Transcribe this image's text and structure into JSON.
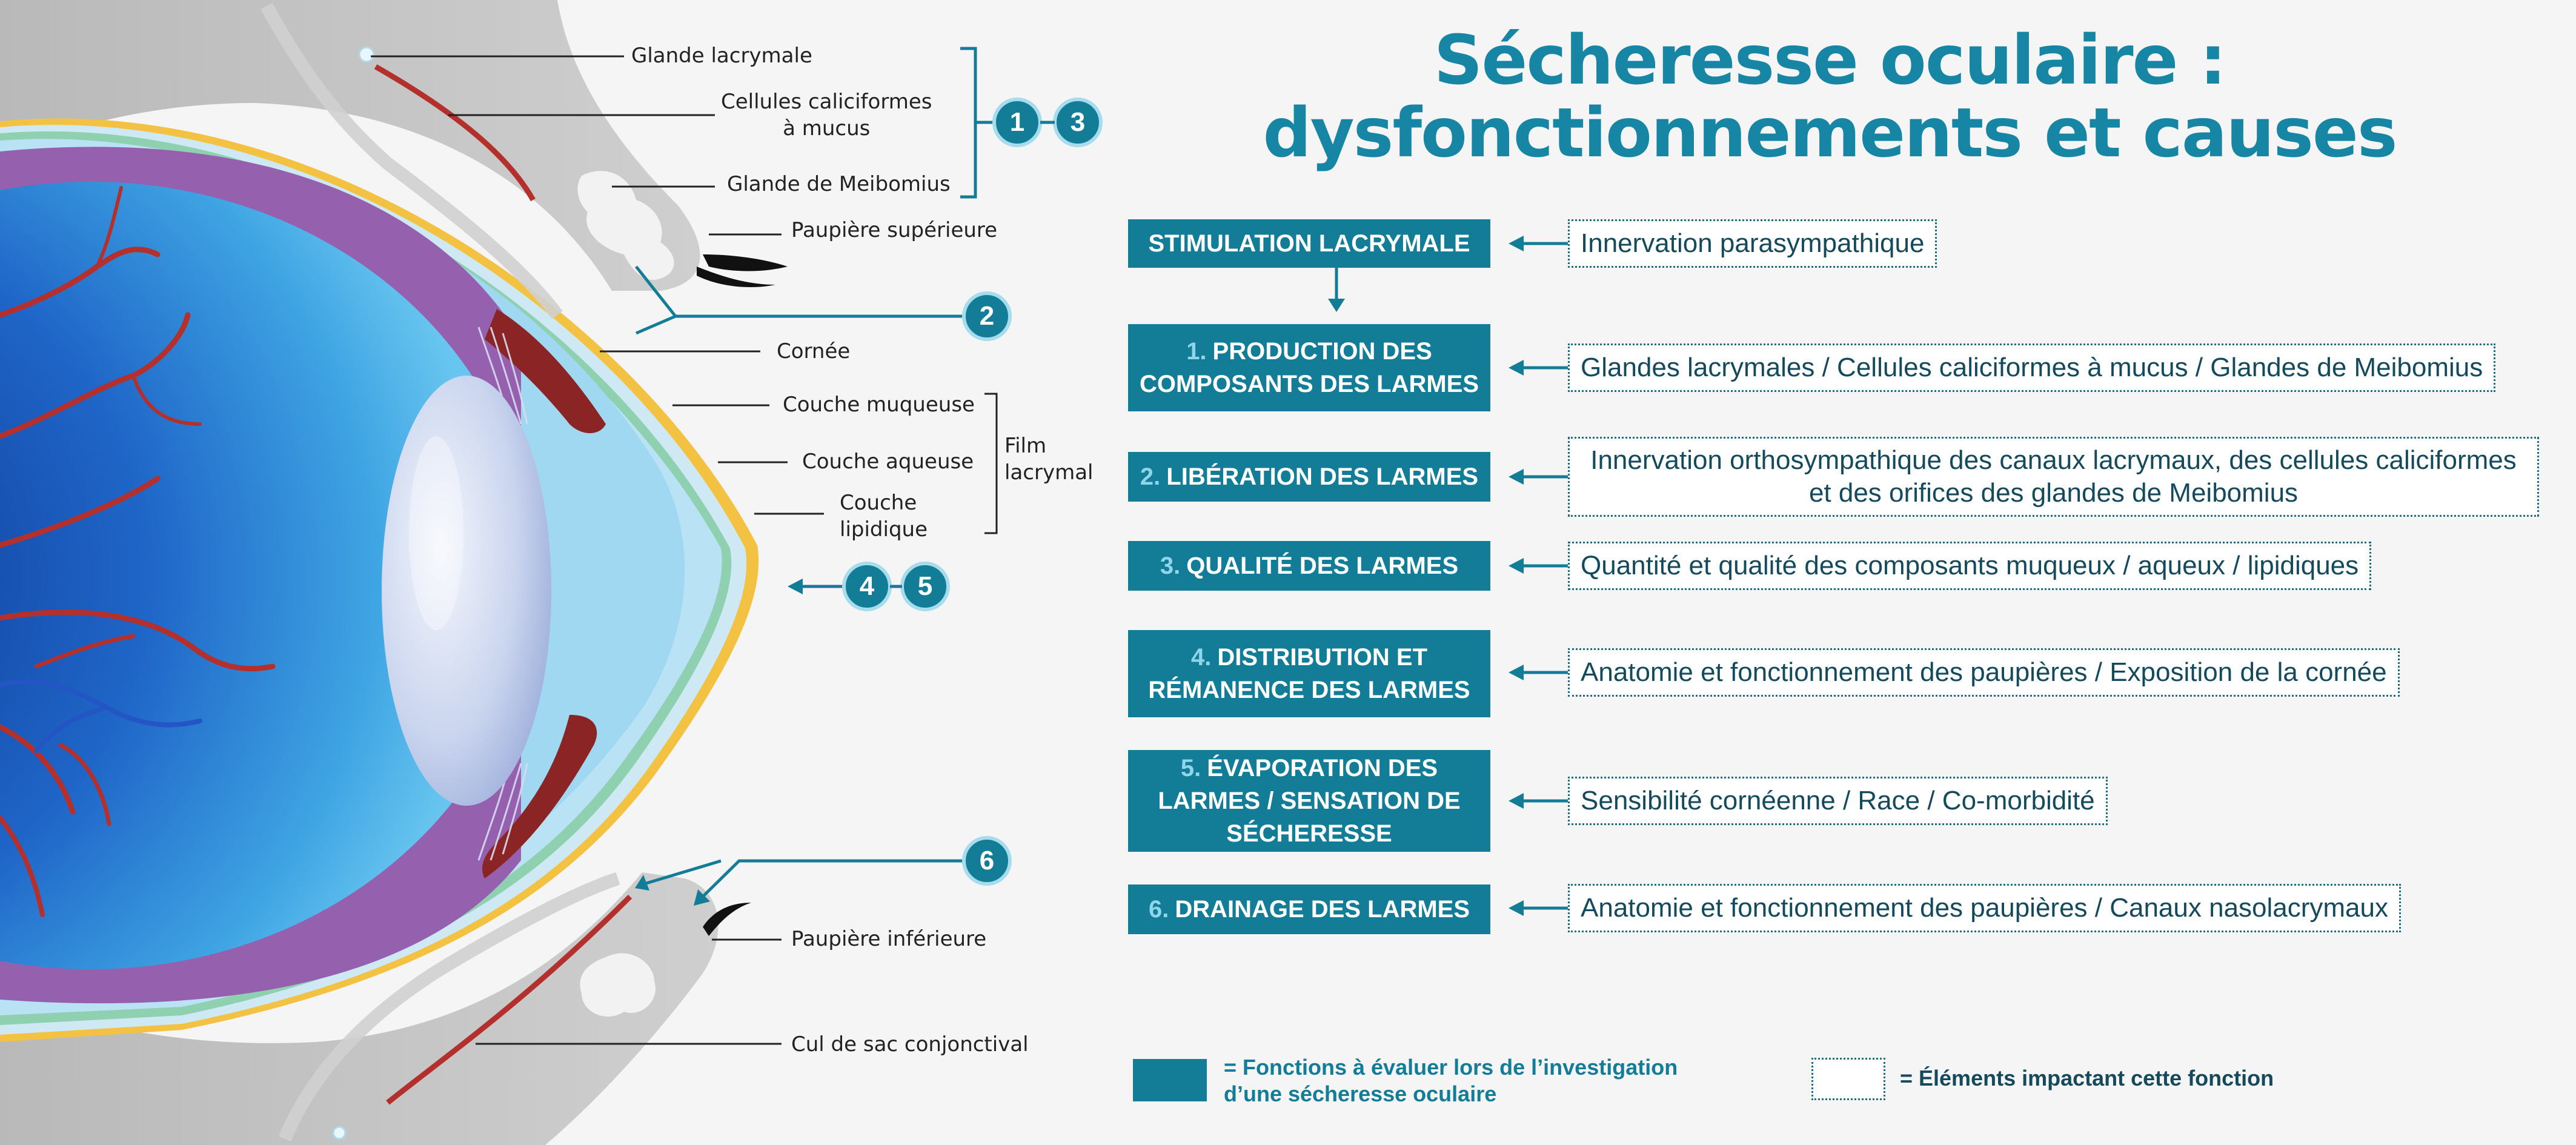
{
  "title": {
    "line1": "Sécheresse oculaire :",
    "line2": "dysfonctionnements et causes"
  },
  "anatomy_labels": {
    "glande_lacrymale": "Glande lacrymale",
    "cellules_line1": "Cellules caliciformes",
    "cellules_line2": "à mucus",
    "glande_meibomius": "Glande de Meibomius",
    "paupiere_superieure": "Paupière supérieure",
    "cornee": "Cornée",
    "couche_muqueuse": "Couche muqueuse",
    "couche_aqueuse": "Couche aqueuse",
    "couche_lipidique_line1": "Couche",
    "couche_lipidique_line2": "lipidique",
    "film_line1": "Film",
    "film_line2": "lacrymal",
    "paupiere_inferieure": "Paupière inférieure",
    "cul_de_sac": "Cul de sac conjonctival"
  },
  "badges": {
    "b1": "1",
    "b3": "3",
    "b2": "2",
    "b4": "4",
    "b5": "5",
    "b6": "6"
  },
  "functions": [
    {
      "num": "",
      "label": "STIMULATION LACRYMALE",
      "factor": "Innervation parasympathique"
    },
    {
      "num": "1.",
      "label": "PRODUCTION DES COMPOSANTS DES LARMES",
      "factor": "Glandes lacrymales / Cellules caliciformes à mucus / Glandes de Meibomius"
    },
    {
      "num": "2.",
      "label": "LIBÉRATION DES LARMES",
      "factor": "Innervation orthosympathique des canaux lacrymaux, des cellules caliciformes et des orifices des glandes de Meibomius"
    },
    {
      "num": "3.",
      "label": "QUALITÉ DES LARMES",
      "factor": "Quantité et qualité des composants muqueux / aqueux / lipidiques"
    },
    {
      "num": "4.",
      "label": "DISTRIBUTION ET RÉMANENCE DES LARMES",
      "factor": "Anatomie et fonctionnement des paupières / Exposition de la cornée"
    },
    {
      "num": "5.",
      "label": "ÉVAPORATION DES LARMES / SENSATION DE SÉCHERESSE",
      "factor": "Sensibilité cornéenne / Race / Co-morbidité"
    },
    {
      "num": "6.",
      "label": "DRAINAGE DES LARMES",
      "factor": "Anatomie et fonctionnement des paupières / Canaux nasolacrymaux"
    }
  ],
  "legend": {
    "filled_line1": "= Fonctions à évaluer lors de l’investigation",
    "filled_line2": "d’une sécheresse oculaire",
    "dotted": "= Éléments impactant cette fonction"
  },
  "colors": {
    "accent": "#137c97",
    "title": "#1686a4",
    "tear_lipid": "#f3c243",
    "tear_mucus": "#8ed0b0",
    "iris": "#9561ae",
    "vessel": "#b3302c"
  }
}
